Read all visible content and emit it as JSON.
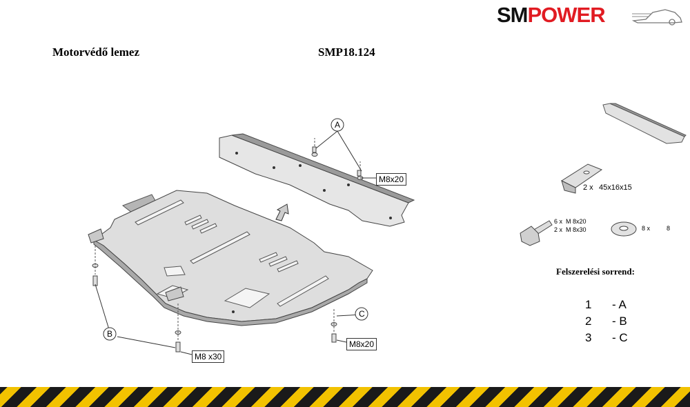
{
  "brand": {
    "part1": "SM",
    "part2": "POWER"
  },
  "header": {
    "title": "Motorvédő lemez",
    "code": "SMP18.124"
  },
  "callouts": {
    "A": "A",
    "B": "B",
    "C": "C",
    "label_a": "M8x20",
    "label_b": "M8 x30",
    "label_c": "M8x20"
  },
  "parts": {
    "bracket_qty": "2 x",
    "bracket_size": "45x16x15",
    "bolt_line1_qty": "6 x",
    "bolt_line1_size": "M 8x20",
    "bolt_line2_qty": "2 x",
    "bolt_line2_size": "M 8x30",
    "washer_qty": "8 x",
    "washer_size": "8"
  },
  "order": {
    "title": "Felszerelési sorrend:",
    "rows": [
      {
        "num": "1",
        "letter": "- A"
      },
      {
        "num": "2",
        "letter": "- B"
      },
      {
        "num": "3",
        "letter": "- C"
      }
    ]
  },
  "colors": {
    "brand_red": "#e11b22",
    "stripe_yellow": "#f2c200",
    "stripe_black": "#1a1a1a",
    "plate_fill": "#d9d9d9"
  }
}
